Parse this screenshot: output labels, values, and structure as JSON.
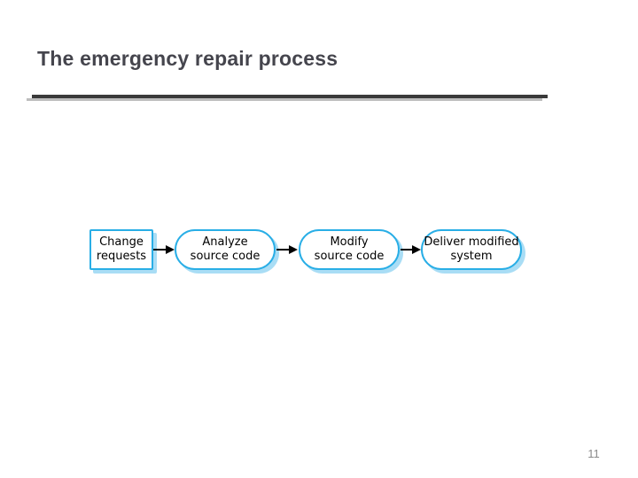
{
  "slide": {
    "title": "The emergency repair process",
    "page_number": "11"
  },
  "diagram": {
    "nodes": [
      {
        "id": "change-requests",
        "shape": "rectangle",
        "line1": "Change",
        "line2": "requests"
      },
      {
        "id": "analyze-source-code",
        "shape": "stadium",
        "line1": "Analyze",
        "line2": "source code"
      },
      {
        "id": "modify-source-code",
        "shape": "stadium",
        "line1": "Modify",
        "line2": "source code"
      },
      {
        "id": "deliver-modified-system",
        "shape": "stadium",
        "line1": "Deliver modified",
        "line2": "system"
      }
    ],
    "arrows": [
      {
        "from": "change-requests",
        "to": "analyze-source-code"
      },
      {
        "from": "analyze-source-code",
        "to": "modify-source-code"
      },
      {
        "from": "modify-source-code",
        "to": "deliver-modified-system"
      }
    ],
    "colors": {
      "node_border": "#29aee6",
      "node_fill": "#ffffff",
      "node_shadow": "#a9ddf5",
      "arrow": "#000000"
    }
  },
  "colors": {
    "title_text": "#45454d",
    "title_rule": "#3a3a3a",
    "title_rule_shadow": "#bdbdbd",
    "page_number_text": "#8a8a8a",
    "background": "#ffffff"
  }
}
